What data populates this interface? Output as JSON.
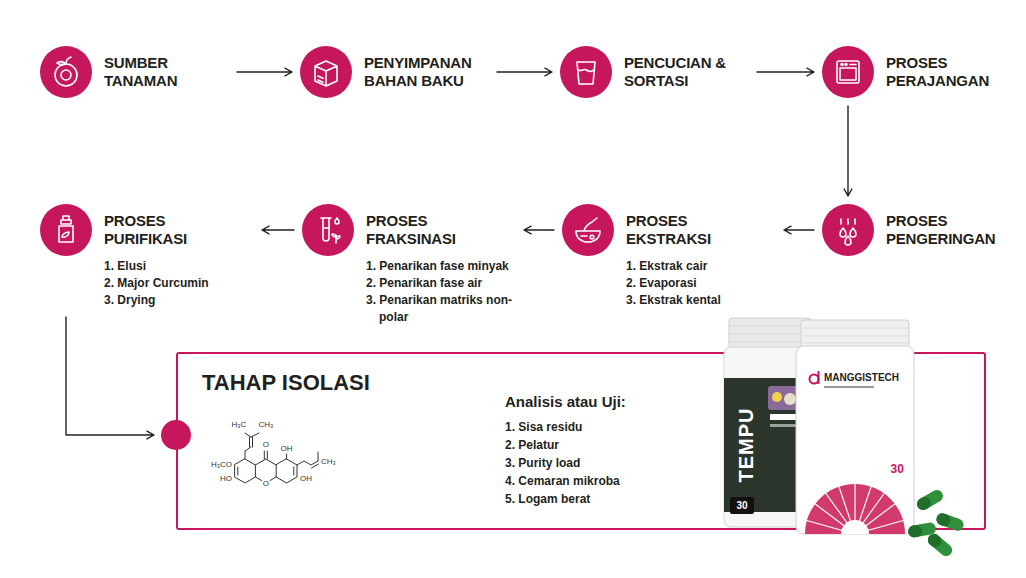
{
  "diagram": {
    "nodes": [
      {
        "text": [
          "SUMBER TANAMAN"
        ]
      },
      {
        "text": [
          "PENYIMPANAN BAHAN BAKU"
        ]
      },
      {
        "text": [
          "PENCUCIAN & SORTASI"
        ]
      },
      {
        "text": [
          "PROSES PERAJANGAN"
        ]
      },
      {
        "text": [
          "PROSES PENGERINGAN"
        ]
      },
      {
        "text": [
          "PROSES EKSTRAKSI",
          "1. Ekstrak cair",
          "2. Evaporasi",
          "3. Ekstrak kental"
        ]
      },
      {
        "text": [
          "PROSES FRAKSINASI",
          "1. Penarikan fase minyak",
          "2. Penarikan fase air",
          "3. Penarikan matriks non-polar"
        ]
      },
      {
        "text": [
          "PROSES PURIFIKASI",
          "1. Elusi",
          "2. Major Curcumin",
          "3. Drying"
        ]
      },
      {
        "text": [
          "TAHAP ISOLASI",
          "Analisis atau Uji:",
          "1. Sisa residu",
          "2. Pelatur",
          "3. Purity load",
          "4. Cemaran mikroba",
          "5. Logam berat"
        ]
      }
    ],
    "edges": [
      {
        "from": 0,
        "to": 1,
        "arrow": "to"
      },
      {
        "from": 1,
        "to": 2,
        "arrow": "to"
      },
      {
        "from": 2,
        "to": 3,
        "arrow": "to"
      },
      {
        "from": 3,
        "to": 4,
        "arrow": "to"
      },
      {
        "from": 4,
        "to": 5,
        "arrow": "to"
      },
      {
        "from": 5,
        "to": 6,
        "arrow": "to"
      },
      {
        "from": 6,
        "to": 7,
        "arrow": "to"
      },
      {
        "from": 7,
        "to": 8,
        "arrow": "to"
      }
    ],
    "labels": [
      "H₃C",
      "CH₃",
      "O",
      "OH",
      "CH₃",
      "H₃CO",
      "HO",
      "O",
      "OH",
      "TEMPU",
      "30",
      "MANGGISTECH",
      "30"
    ]
  }
}
